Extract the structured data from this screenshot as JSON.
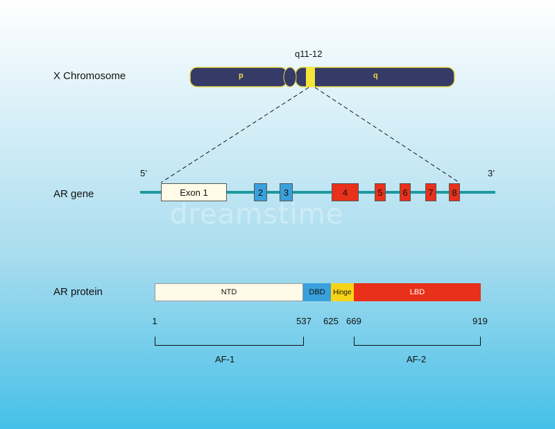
{
  "chromosome": {
    "label": "X Chromosome",
    "p_arm": "p",
    "q_arm": "q",
    "locus": "q11-12"
  },
  "gene": {
    "label": "AR gene",
    "five_prime": "5’",
    "three_prime": "3’",
    "exons": [
      "Exon 1",
      "2",
      "3",
      "4",
      "5",
      "6",
      "7",
      "8"
    ]
  },
  "protein": {
    "label": "AR protein",
    "domains": [
      "NTD",
      "DBD",
      "Hinge",
      "LBD"
    ],
    "positions": [
      "1",
      "537",
      "625",
      "669",
      "919"
    ],
    "regions": [
      "AF-1",
      "AF-2"
    ]
  },
  "watermark": "dreamstime",
  "colors": {
    "chromosome_body": "#363a66",
    "chromosome_outline": "#e8d84a",
    "band": "#f5e43a",
    "arm_text": "#f0dc3a",
    "gene_line": "#1a9aa0",
    "exon1": "#fffbe8",
    "exon_blue": "#3aa0dc",
    "exon_red": "#e8301a",
    "ntd": "#fffbe8",
    "dbd": "#3aa0dc",
    "hinge": "#f8d418",
    "lbd": "#e8301a"
  }
}
